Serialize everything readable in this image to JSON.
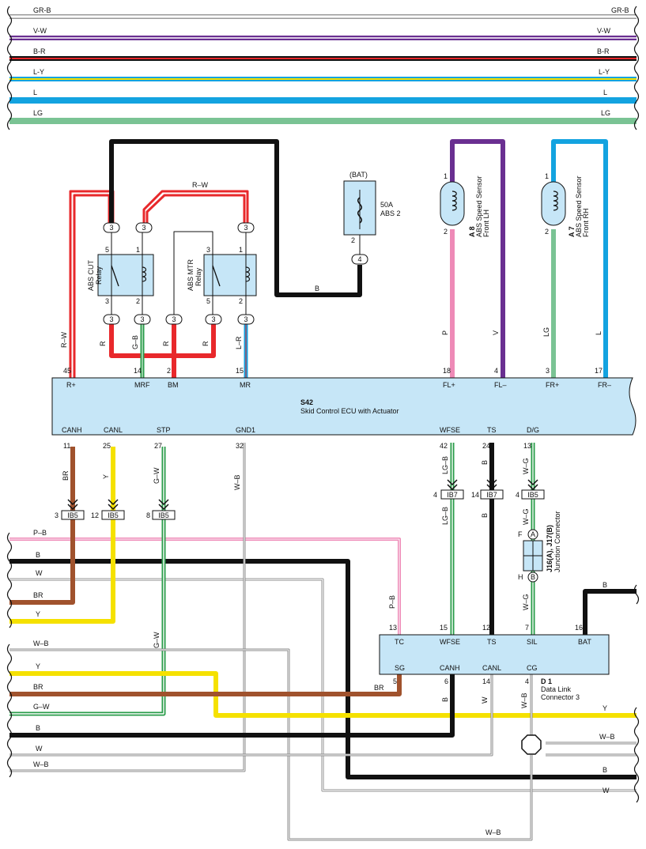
{
  "bus": [
    {
      "code": "GR-B",
      "color": "#9a9a9a",
      "stripe": "#ffffff"
    },
    {
      "code": "V-W",
      "color": "#6a2f91",
      "stripe": "#ffffff"
    },
    {
      "code": "B-R",
      "color": "#111111",
      "stripe": "#e8282b"
    },
    {
      "code": "L-Y",
      "color": "#13a3e0",
      "stripe": "#f5e100"
    },
    {
      "code": "L",
      "color": "#13a3e0",
      "stripe": null
    },
    {
      "code": "LG",
      "color": "#7ac394",
      "stripe": null
    }
  ],
  "wire_labels": {
    "rw_top": "R–W",
    "rw_left": "R–W",
    "b_fuse": "B",
    "r1": "R",
    "gb": "G–B",
    "r2": "R",
    "r3": "R",
    "lr": "L–R",
    "p": "P",
    "v": "V",
    "lg": "LG",
    "l": "L",
    "br": "BR",
    "y": "Y",
    "gw": "G–W",
    "wb": "W–B",
    "lgb1": "LG–B",
    "lgb2": "LG–B",
    "b_ts1": "B",
    "b_ts2": "B",
    "wg1": "W–G",
    "wg2": "W–G",
    "wg3": "W–G",
    "pb": "P–B",
    "br_sg": "BR",
    "b_canh": "B",
    "w_canl": "W",
    "wb_cg": "W–B",
    "b_bat": "B"
  },
  "left_wires": {
    "pb": "P–B",
    "b1": "B",
    "w1": "W",
    "br": "BR",
    "y1": "Y",
    "wb1": "W–B",
    "y2": "Y",
    "br2": "BR",
    "gw": "G–W",
    "b2": "B",
    "w2": "W",
    "wb2": "W–B"
  },
  "right_wires": {
    "b_bat": "B",
    "y": "Y",
    "wb1": "W–B",
    "b": "B",
    "w": "W",
    "wb2": "W–B"
  },
  "ecu": {
    "id": "S42",
    "name": "Skid Control ECU with Actuator",
    "top_pins": [
      {
        "pin": "45",
        "name": "R+"
      },
      {
        "pin": "14",
        "name": "MRF"
      },
      {
        "pin": "2",
        "name": "BM"
      },
      {
        "pin": "15",
        "name": "MR"
      },
      {
        "pin": "18",
        "name": "FL+"
      },
      {
        "pin": "4",
        "name": "FL–"
      },
      {
        "pin": "3",
        "name": "FR+"
      },
      {
        "pin": "17",
        "name": "FR–"
      }
    ],
    "bottom_pins": [
      {
        "pin": "11",
        "name": "CANH"
      },
      {
        "pin": "25",
        "name": "CANL"
      },
      {
        "pin": "27",
        "name": "STP"
      },
      {
        "pin": "32",
        "name": "GND1"
      },
      {
        "pin": "42",
        "name": "WFSE"
      },
      {
        "pin": "24",
        "name": "TS"
      },
      {
        "pin": "13",
        "name": "D/G"
      }
    ]
  },
  "dlc": {
    "id": "D 1",
    "name": "Data Link",
    "name2": "Connector 3",
    "top_pins": [
      {
        "pin": "13",
        "name": "TC"
      },
      {
        "pin": "15",
        "name": "WFSE"
      },
      {
        "pin": "12",
        "name": "TS"
      },
      {
        "pin": "7",
        "name": "SIL"
      },
      {
        "pin": "16",
        "name": "BAT"
      }
    ],
    "bottom_pins": [
      {
        "pin": "5",
        "name": "SG"
      },
      {
        "pin": "6",
        "name": "CANH"
      },
      {
        "pin": "14",
        "name": "CANL"
      },
      {
        "pin": "4",
        "name": "CG"
      }
    ]
  },
  "relays": {
    "cut": {
      "name": "ABS CUT",
      "name2": "Relay",
      "pins": [
        "5",
        "1",
        "3",
        "2"
      ]
    },
    "mtr": {
      "name": "ABS MTR",
      "name2": "Relay",
      "pins": [
        "3",
        "1",
        "5",
        "2"
      ]
    }
  },
  "fuse": {
    "source": "(BAT)",
    "rating": "50A",
    "name": "ABS 2",
    "pin": "2",
    "conn": "4"
  },
  "sensors": {
    "lh": {
      "id": "A 8",
      "name": "ABS Speed Sensor",
      "name2": "Front LH",
      "pins": [
        "1",
        "2"
      ]
    },
    "rh": {
      "id": "A 7",
      "name": "ABS Speed Sensor",
      "name2": "Front RH",
      "pins": [
        "1",
        "2"
      ]
    }
  },
  "connectors": {
    "c3": "3",
    "ib5": {
      "name": "IB5",
      "pins": [
        "3",
        "12",
        "8",
        "4"
      ]
    },
    "ib7": {
      "name": "IB7",
      "pins": [
        "4",
        "14"
      ]
    }
  },
  "junction": {
    "id": "J16(A), J17(B)",
    "name": "Junction Connector",
    "pin_f": "F",
    "pin_h": "H",
    "a": "A",
    "b": "B"
  }
}
